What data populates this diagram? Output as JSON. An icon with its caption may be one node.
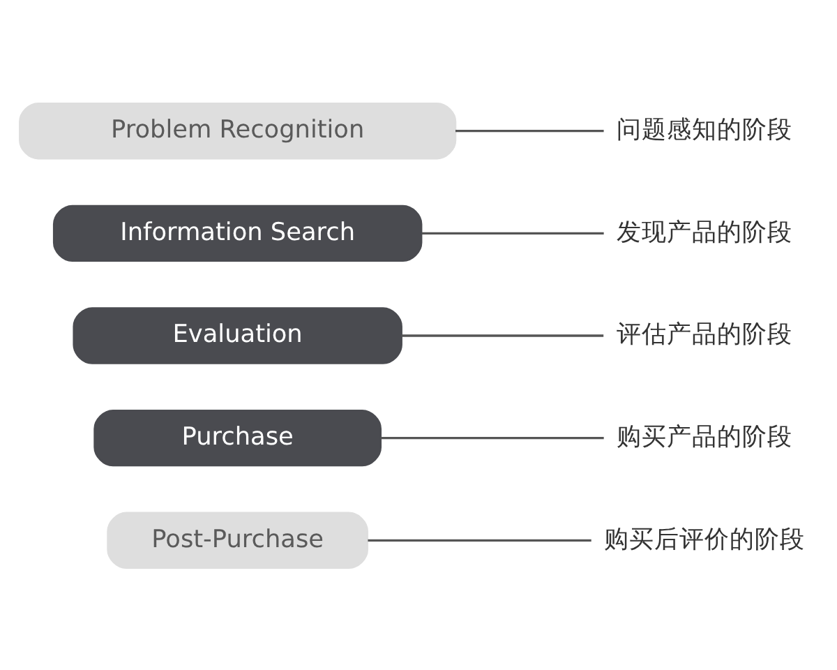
{
  "diagram": {
    "nodes": [
      {
        "text": [
          "Problem Recognition"
        ]
      },
      {
        "text": [
          "Information Search"
        ]
      },
      {
        "text": [
          "Evaluation"
        ]
      },
      {
        "text": [
          "Purchase"
        ]
      },
      {
        "text": [
          "Post-Purchase"
        ]
      },
      {
        "text": [
          "问题感知的阶段"
        ]
      },
      {
        "text": [
          "发现产品的阶段"
        ]
      },
      {
        "text": [
          "评估产品的阶段"
        ]
      },
      {
        "text": [
          "购买产品的阶段"
        ]
      },
      {
        "text": [
          "购买后评价的阶段"
        ]
      }
    ],
    "edges": [
      {
        "from": 0,
        "to": 5,
        "arrow": "none"
      },
      {
        "from": 1,
        "to": 6,
        "arrow": "none"
      },
      {
        "from": 2,
        "to": 7,
        "arrow": "none"
      },
      {
        "from": 3,
        "to": 8,
        "arrow": "none"
      },
      {
        "from": 4,
        "to": 9,
        "arrow": "none"
      }
    ]
  }
}
